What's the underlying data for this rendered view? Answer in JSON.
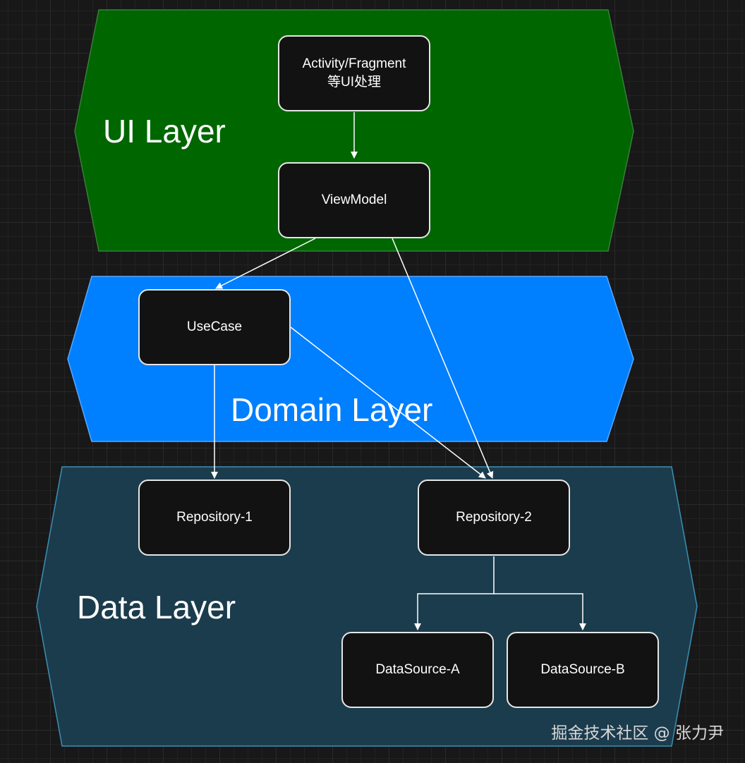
{
  "layers": {
    "ui": {
      "title": "UI Layer",
      "color": "#006600"
    },
    "domain": {
      "title": "Domain Layer",
      "color": "#007FFF"
    },
    "data": {
      "title": "Data Layer",
      "color": "#1B3C4D"
    }
  },
  "nodes": {
    "activity": {
      "line1": "Activity/Fragment",
      "line2": "等UI处理"
    },
    "viewmodel": {
      "label": "ViewModel"
    },
    "usecase": {
      "label": "UseCase"
    },
    "repository1": {
      "label": "Repository-1"
    },
    "repository2": {
      "label": "Repository-2"
    },
    "datasource_a": {
      "label": "DataSource-A"
    },
    "datasource_b": {
      "label": "DataSource-B"
    }
  },
  "watermark": "掘金技术社区 @ 张力尹"
}
